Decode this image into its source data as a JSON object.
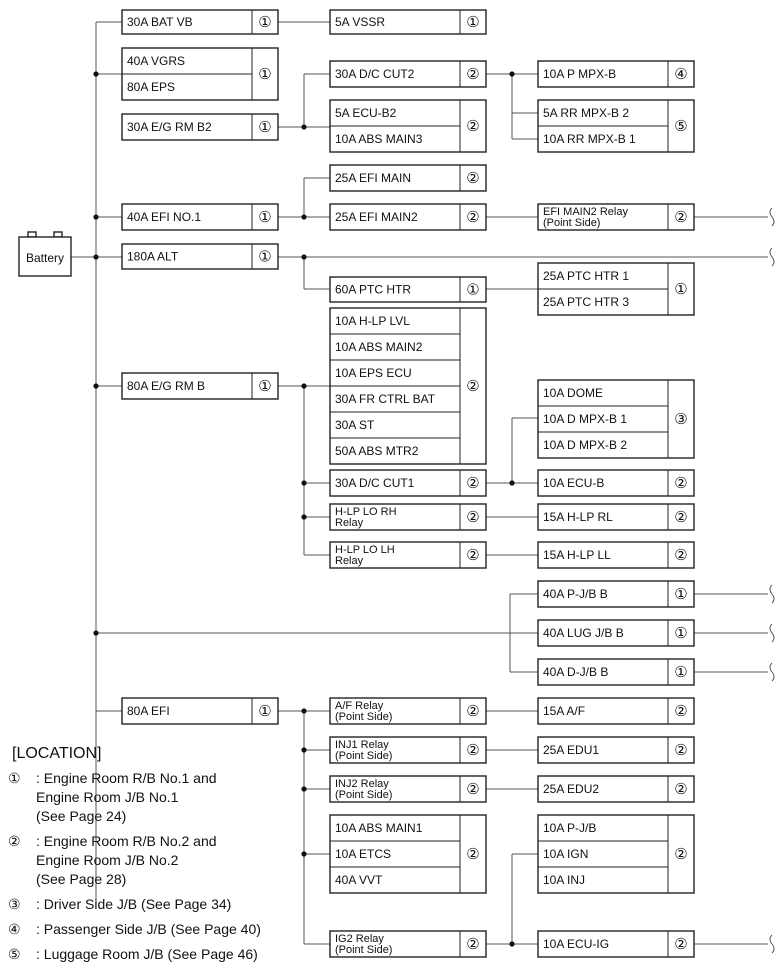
{
  "battery": "Battery",
  "boxes": [
    {
      "id": "bat-vb",
      "rows": [
        "30A BAT VB"
      ],
      "num": "①"
    },
    {
      "id": "vgrs-eps",
      "rows": [
        "40A VGRS",
        "80A EPS"
      ],
      "num": "①"
    },
    {
      "id": "eg-rm-b2",
      "rows": [
        "30A E/G RM B2"
      ],
      "num": "①"
    },
    {
      "id": "efi-no1",
      "rows": [
        "40A EFI NO.1"
      ],
      "num": "①"
    },
    {
      "id": "alt",
      "rows": [
        "180A ALT"
      ],
      "num": "①"
    },
    {
      "id": "eg-rm-b",
      "rows": [
        "80A E/G RM B"
      ],
      "num": "①"
    },
    {
      "id": "efi",
      "rows": [
        "80A EFI"
      ],
      "num": "①"
    },
    {
      "id": "vssr",
      "rows": [
        "5A VSSR"
      ],
      "num": "①"
    },
    {
      "id": "dc-cut2",
      "rows": [
        "30A D/C CUT2"
      ],
      "num": "②"
    },
    {
      "id": "ecu-b2-abs3",
      "rows": [
        "5A ECU-B2",
        "10A ABS MAIN3"
      ],
      "num": "②"
    },
    {
      "id": "efi-main",
      "rows": [
        "25A EFI MAIN"
      ],
      "num": "②"
    },
    {
      "id": "efi-main2",
      "rows": [
        "25A EFI MAIN2"
      ],
      "num": "②"
    },
    {
      "id": "ptc-htr",
      "rows": [
        "60A PTC HTR"
      ],
      "num": "①"
    },
    {
      "id": "eg-group",
      "rows": [
        "10A H-LP LVL",
        "10A ABS MAIN2",
        "10A EPS ECU",
        "30A FR CTRL BAT",
        "30A ST",
        "50A ABS MTR2"
      ],
      "num": "②"
    },
    {
      "id": "dc-cut1",
      "rows": [
        "30A D/C CUT1"
      ],
      "num": "②"
    },
    {
      "id": "hlp-lo-rh",
      "rows": [
        "H-LP LO RH\nRelay"
      ],
      "num": "②"
    },
    {
      "id": "hlp-lo-lh",
      "rows": [
        "H-LP LO LH\nRelay"
      ],
      "num": "②"
    },
    {
      "id": "af-relay",
      "rows": [
        "A/F Relay\n(Point Side)"
      ],
      "num": "②"
    },
    {
      "id": "inj1-relay",
      "rows": [
        "INJ1 Relay\n(Point Side)"
      ],
      "num": "②"
    },
    {
      "id": "inj2-relay",
      "rows": [
        "INJ2 Relay\n(Point Side)"
      ],
      "num": "②"
    },
    {
      "id": "efi-group",
      "rows": [
        "10A ABS MAIN1",
        "10A ETCS",
        "40A VVT"
      ],
      "num": "②"
    },
    {
      "id": "ig2-relay",
      "rows": [
        "IG2 Relay\n(Point Side)"
      ],
      "num": "②"
    },
    {
      "id": "p-mpx-b",
      "rows": [
        "10A P MPX-B"
      ],
      "num": "④"
    },
    {
      "id": "rr-mpx",
      "rows": [
        "5A RR MPX-B 2",
        "10A RR MPX-B 1"
      ],
      "num": "⑤"
    },
    {
      "id": "efi-main2-relay",
      "rows": [
        "EFI MAIN2 Relay\n(Point Side)"
      ],
      "num": "②"
    },
    {
      "id": "ptc-htr-13",
      "rows": [
        "25A PTC HTR 1",
        "25A PTC HTR 3"
      ],
      "num": "①"
    },
    {
      "id": "dome-group",
      "rows": [
        "10A DOME",
        "10A D MPX-B 1",
        "10A D MPX-B 2"
      ],
      "num": "③"
    },
    {
      "id": "ecu-b",
      "rows": [
        "10A ECU-B"
      ],
      "num": "②"
    },
    {
      "id": "hlp-rl",
      "rows": [
        "15A H-LP RL"
      ],
      "num": "②"
    },
    {
      "id": "hlp-ll",
      "rows": [
        "15A H-LP LL"
      ],
      "num": "②"
    },
    {
      "id": "p-jb-b",
      "rows": [
        "40A P-J/B B"
      ],
      "num": "①"
    },
    {
      "id": "lug-jb-b",
      "rows": [
        "40A LUG J/B B"
      ],
      "num": "①"
    },
    {
      "id": "d-jb-b",
      "rows": [
        "40A D-J/B B"
      ],
      "num": "①"
    },
    {
      "id": "af",
      "rows": [
        "15A A/F"
      ],
      "num": "②"
    },
    {
      "id": "edu1",
      "rows": [
        "25A EDU1"
      ],
      "num": "②"
    },
    {
      "id": "edu2",
      "rows": [
        "25A EDU2"
      ],
      "num": "②"
    },
    {
      "id": "pjb-group",
      "rows": [
        "10A P-J/B",
        "10A IGN",
        "10A INJ"
      ],
      "num": "②"
    },
    {
      "id": "ecu-ig",
      "rows": [
        "10A ECU-IG"
      ],
      "num": "②"
    }
  ],
  "legend": {
    "title": "[LOCATION]",
    "items": [
      {
        "mark": "①",
        "text": ": Engine Room R/B No.1 and\n  Engine Room J/B No.1\n  (See Page 24)"
      },
      {
        "mark": "②",
        "text": ": Engine Room R/B No.2 and\n  Engine Room J/B No.2\n  (See Page 28)"
      },
      {
        "mark": "③",
        "text": ": Driver Side J/B (See Page 34)"
      },
      {
        "mark": "④",
        "text": ": Passenger Side J/B (See Page 40)"
      },
      {
        "mark": "⑤",
        "text": ": Luggage Room J/B (See Page 46)"
      }
    ]
  }
}
